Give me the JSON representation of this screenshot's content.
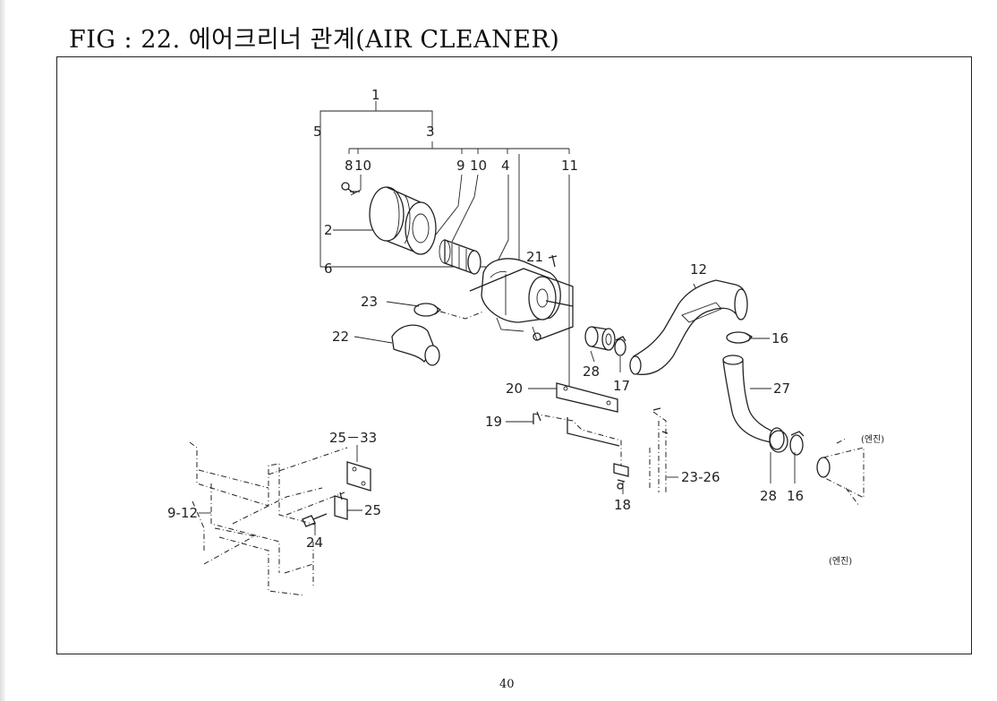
{
  "title": "FIG : 22. 에어크리너 관계(AIR CLEANER)",
  "page_number": "40",
  "callouts": [
    {
      "id": "c1",
      "label": "1"
    },
    {
      "id": "c5",
      "label": "5"
    },
    {
      "id": "c3",
      "label": "3"
    },
    {
      "id": "c8",
      "label": "8"
    },
    {
      "id": "c10a",
      "label": "10"
    },
    {
      "id": "c9",
      "label": "9"
    },
    {
      "id": "c10b",
      "label": "10"
    },
    {
      "id": "c4",
      "label": "4"
    },
    {
      "id": "c11",
      "label": "11"
    },
    {
      "id": "c2",
      "label": "2"
    },
    {
      "id": "c21",
      "label": "21"
    },
    {
      "id": "c6",
      "label": "6"
    },
    {
      "id": "c12",
      "label": "12"
    },
    {
      "id": "c23",
      "label": "23"
    },
    {
      "id": "c22",
      "label": "22"
    },
    {
      "id": "c16a",
      "label": "16"
    },
    {
      "id": "c28a",
      "label": "28"
    },
    {
      "id": "c17",
      "label": "17"
    },
    {
      "id": "c27",
      "label": "27"
    },
    {
      "id": "c20",
      "label": "20"
    },
    {
      "id": "c19",
      "label": "19"
    },
    {
      "id": "c25_33",
      "label": "25－33"
    },
    {
      "id": "c18",
      "label": "18"
    },
    {
      "id": "c23_26",
      "label": "23-26"
    },
    {
      "id": "c28b",
      "label": "28"
    },
    {
      "id": "c16b",
      "label": "16"
    },
    {
      "id": "c9_12",
      "label": "9-12"
    },
    {
      "id": "c25",
      "label": "25"
    },
    {
      "id": "c24",
      "label": "24"
    }
  ],
  "annotations": {
    "engine_a": "(엔진)",
    "engine_b": "(엔진)"
  }
}
